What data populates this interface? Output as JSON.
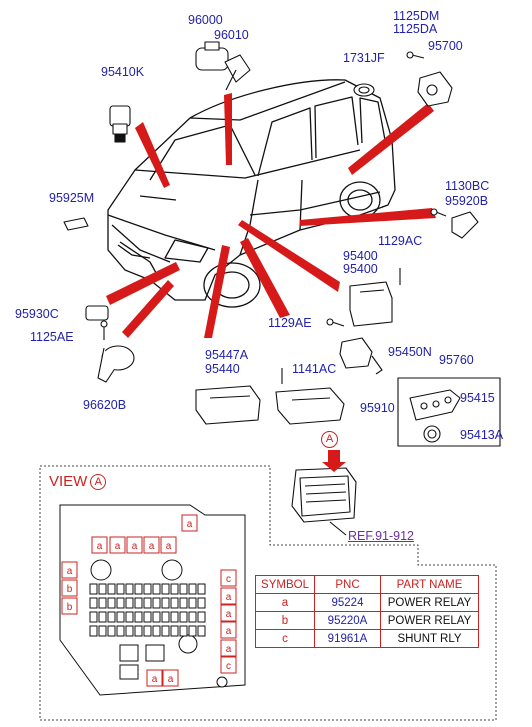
{
  "labels": {
    "p96000": "96000",
    "p96010": "96010",
    "p1125DM": "1125DM",
    "p1125DA": "1125DA",
    "p95700": "95700",
    "p1731JF": "1731JF",
    "p95410K": "95410K",
    "p95925M": "95925M",
    "p1130BC": "1130BC",
    "p95920B": "95920B",
    "p1129AC": "1129AC",
    "p95400a": "95400",
    "p95400b": "95400",
    "p95930C": "95930C",
    "p1125AE": "1125AE",
    "p1129AE": "1129AE",
    "p95450N": "95450N",
    "p95447A": "95447A",
    "p95440": "95440",
    "p1141AC": "1141AC",
    "p95760": "95760",
    "p95415": "95415",
    "p95910": "95910",
    "p96620B": "96620B",
    "p95413A": "95413A"
  },
  "view": {
    "title": "VIEW",
    "marker": "A"
  },
  "detail_marker": "A",
  "ref": "REF.91-912",
  "relay_labels": [
    "a",
    "a",
    "a",
    "a",
    "a",
    "a",
    "a",
    "b",
    "b",
    "c",
    "a",
    "a",
    "a",
    "a",
    "c",
    "a",
    "a"
  ],
  "legend": {
    "headers": [
      "SYMBOL",
      "PNC",
      "PART NAME"
    ],
    "rows": [
      {
        "symbol": "a",
        "pnc": "95224",
        "name": "POWER RELAY"
      },
      {
        "symbol": "b",
        "pnc": "95220A",
        "name": "POWER RELAY"
      },
      {
        "symbol": "c",
        "pnc": "91961A",
        "name": "SHUNT RLY"
      }
    ]
  },
  "colors": {
    "label": "#2222aa",
    "accent": "#cc2222",
    "ref": "#6a2fa0"
  }
}
